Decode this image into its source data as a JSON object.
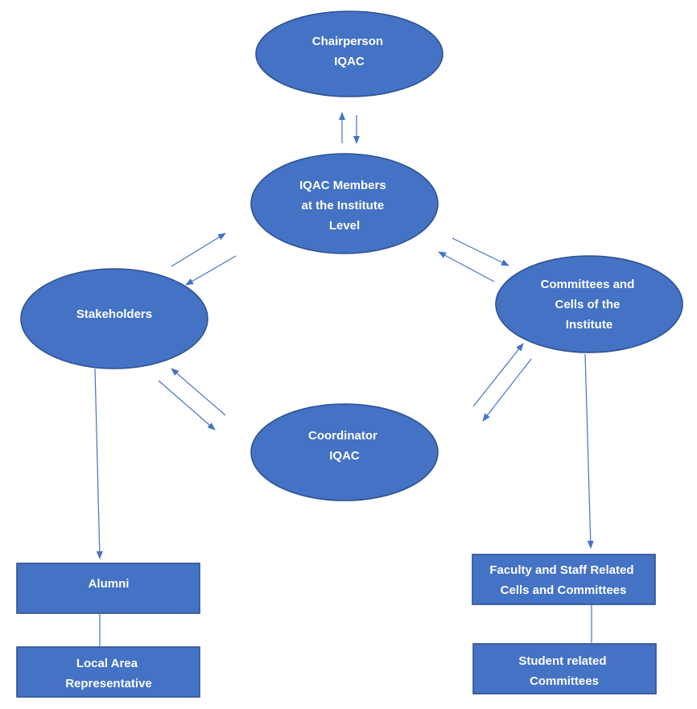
{
  "diagram": {
    "nodes": {
      "chairperson": {
        "lines": [
          "Chairperson",
          "IQAC"
        ]
      },
      "members": {
        "lines": [
          "IQAC Members",
          "at the Institute",
          "Level"
        ]
      },
      "stakeholders": {
        "lines": [
          "Stakeholders"
        ]
      },
      "committees": {
        "lines": [
          "Committees and",
          "Cells of the",
          "Institute"
        ]
      },
      "coordinator": {
        "lines": [
          "Coordinator",
          "IQAC"
        ]
      },
      "alumni": {
        "lines": [
          "Alumni"
        ]
      },
      "local_area": {
        "lines": [
          "Local Area",
          "Representative"
        ]
      },
      "faculty_staff": {
        "lines": [
          "Faculty and Staff Related",
          "Cells and Committees"
        ]
      },
      "student": {
        "lines": [
          "Student related",
          "Committees"
        ]
      }
    },
    "colors": {
      "fill": "#4472c4",
      "stroke": "#2f528f",
      "text": "#ffffff"
    }
  }
}
